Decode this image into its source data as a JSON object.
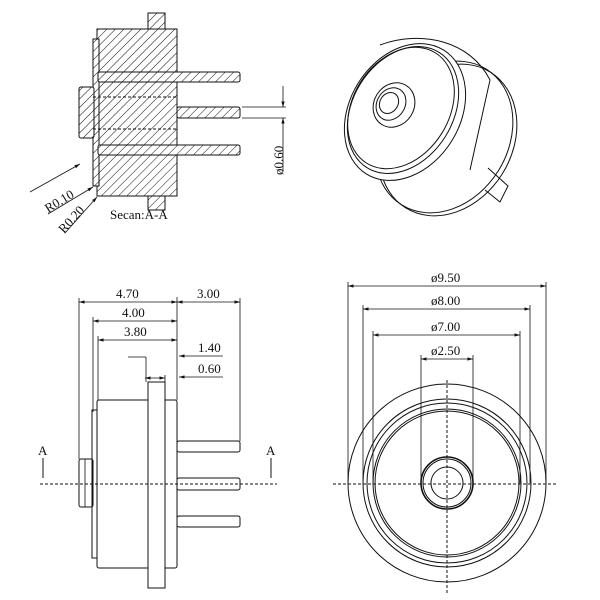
{
  "section_view": {
    "label": "Secan:A-A",
    "pin_diameter": "ø0.60",
    "radius_1": "R0.10",
    "radius_2": "R0.20"
  },
  "side_view": {
    "dim_total_length": "4.70",
    "dim_pin_length": "3.00",
    "dim_body_length": "4.00",
    "dim_can_length": "3.80",
    "dim_flange_offset": "1.40",
    "dim_flange_thickness": "0.60",
    "section_mark_left": "A",
    "section_mark_right": "A"
  },
  "front_view": {
    "dim_flange_diameter": "ø9.50",
    "dim_body_diameter": "ø8.00",
    "dim_can_diameter": "ø7.00",
    "dim_window_diameter": "ø2.50"
  }
}
